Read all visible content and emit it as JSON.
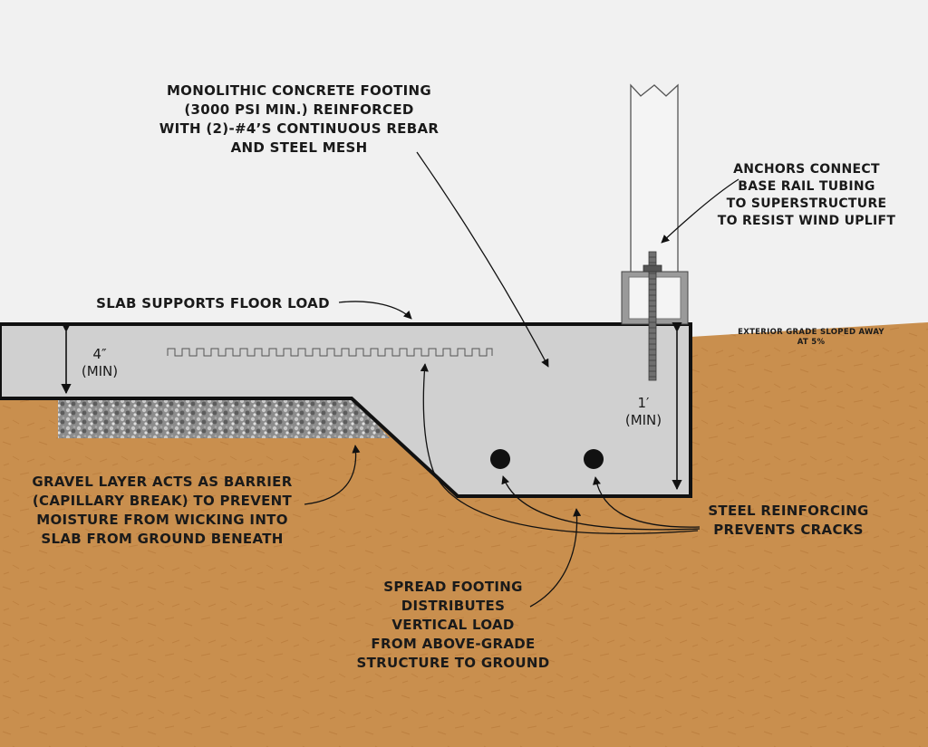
{
  "colors": {
    "sky": "#f1f1f1",
    "soil": "#c98f4e",
    "soil_dark": "#b87c3c",
    "concrete": "#d0d0d0",
    "outline": "#111111",
    "gravel": "#8a8a8a",
    "text": "#1a1a1a"
  },
  "labels": {
    "monolithic": [
      "MONOLITHIC CONCRETE FOOTING",
      "(3000 PSI MIN.) REINFORCED",
      "WITH (2)-#4’S CONTINUOUS REBAR",
      "AND STEEL MESH"
    ],
    "anchors": [
      "ANCHORS CONNECT",
      "BASE RAIL TUBING",
      "TO SUPERSTRUCTURE",
      "TO RESIST WIND UPLIFT"
    ],
    "slab": "SLAB SUPPORTS FLOOR LOAD",
    "exterior_grade": [
      "EXTERIOR GRADE SLOPED AWAY",
      "AT 5%"
    ],
    "gravel": [
      "GRAVEL LAYER ACTS AS BARRIER",
      "(CAPILLARY BREAK) TO PREVENT",
      "MOISTURE FROM WICKING INTO",
      "SLAB FROM GROUND BENEATH"
    ],
    "steel": [
      "STEEL REINFORCING",
      "PREVENTS CRACKS"
    ],
    "spread": [
      "SPREAD FOOTING",
      "DISTRIBUTES",
      "VERTICAL LOAD",
      "FROM ABOVE-GRADE",
      "STRUCTURE TO GROUND"
    ]
  },
  "dimensions": {
    "slab_thickness": [
      "4″",
      "(MIN)"
    ],
    "footing_depth": [
      "1′",
      "(MIN)"
    ]
  }
}
